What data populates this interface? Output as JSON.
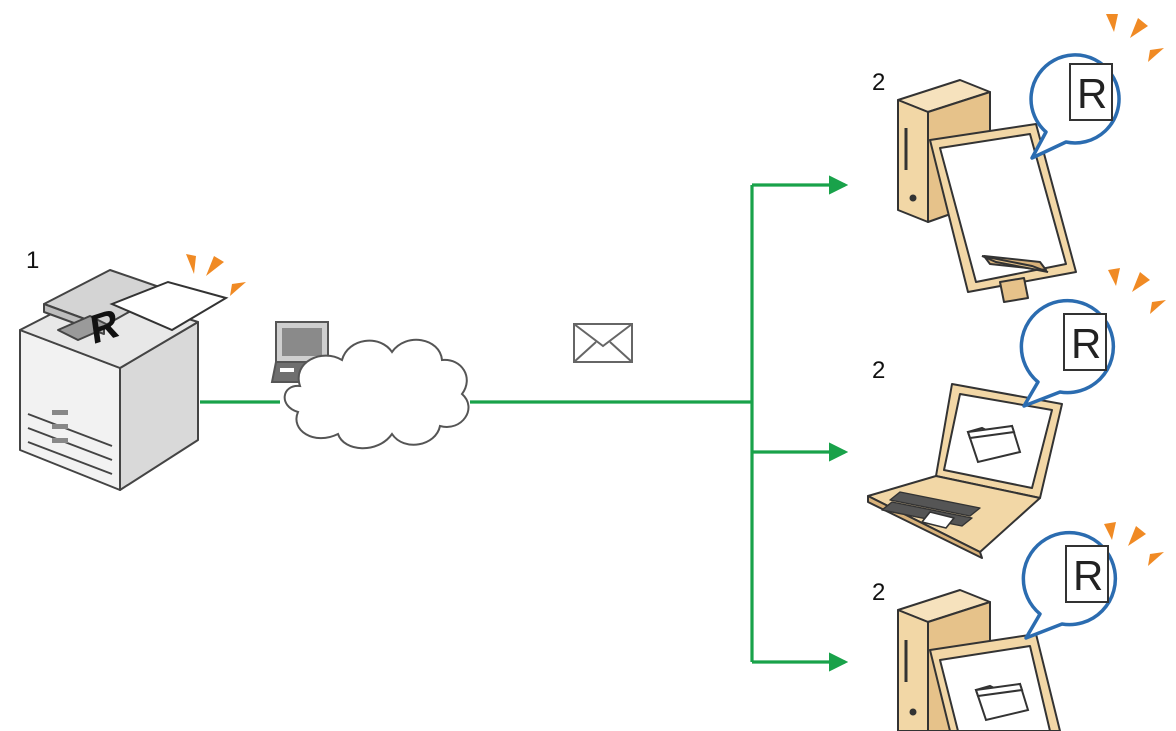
{
  "labels": {
    "sender": "1",
    "receiver_top": "2",
    "receiver_middle": "2",
    "receiver_bottom": "2"
  },
  "document_letter": "R",
  "colors": {
    "connector": "#19a24a",
    "bubble_outline": "#2b6cb0",
    "notification": "#f08a24",
    "device_beige": "#f2d7a6",
    "device_outline": "#333333",
    "cloud_outline": "#555555"
  },
  "icons": {
    "mfp": "multifunction-printer-icon",
    "server": "mail-server-icon",
    "network": "cloud-icon",
    "mail": "envelope-icon",
    "desktop": "desktop-computer-icon",
    "laptop": "laptop-icon",
    "folder": "folder-icon",
    "bubble": "speech-bubble-icon"
  }
}
